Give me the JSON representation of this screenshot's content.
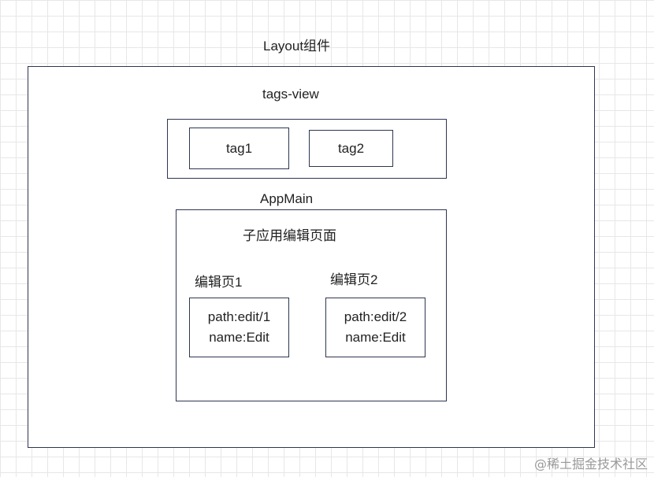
{
  "layout": {
    "title": "Layout组件"
  },
  "tags_view": {
    "title": "tags-view",
    "tags": [
      {
        "label": "tag1"
      },
      {
        "label": "tag2"
      }
    ]
  },
  "app_main": {
    "title": "AppMain",
    "subapp_title": "子应用编辑页面",
    "pages": [
      {
        "title": "编辑页1",
        "path": "path:edit/1",
        "name": "name:Edit"
      },
      {
        "title": "编辑页2",
        "path": "path:edit/2",
        "name": "name:Edit"
      }
    ]
  },
  "watermark": "@稀土掘金技术社区"
}
